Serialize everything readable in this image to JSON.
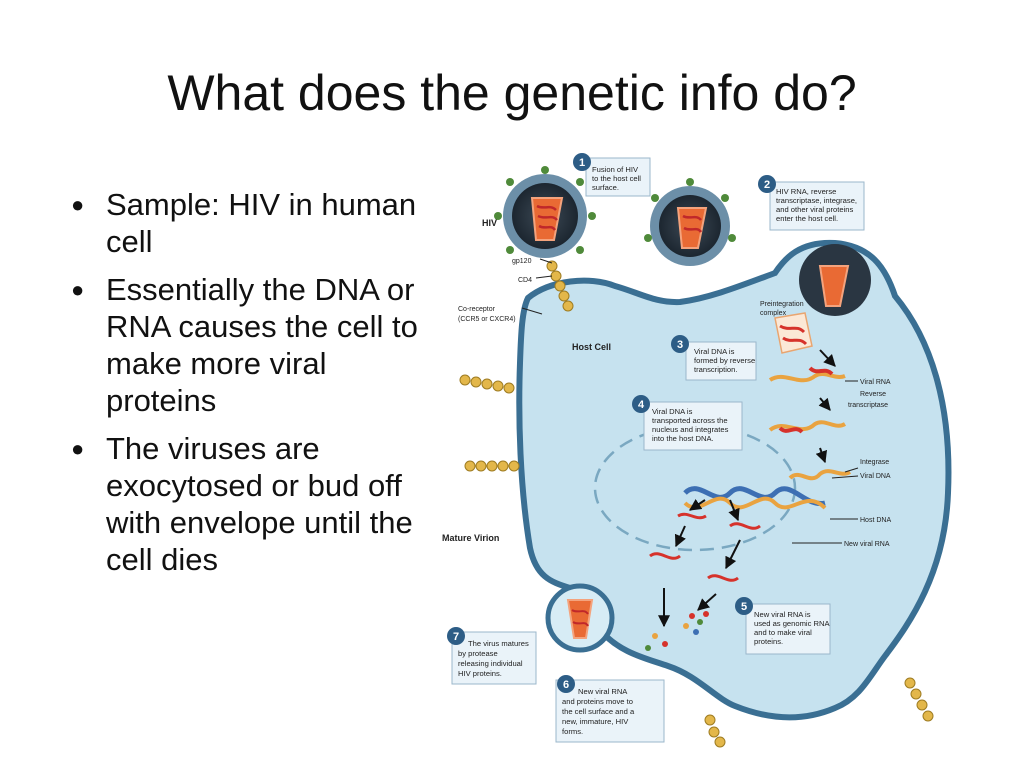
{
  "slide": {
    "title": "What does the genetic info do?",
    "bullets": [
      "Sample: HIV in human cell",
      "Essentially the DNA or RNA causes the cell to make more viral proteins",
      "The viruses are exocytosed or bud off with envelope until the cell dies"
    ]
  },
  "diagram": {
    "labels": {
      "hiv": "HIV",
      "gp120": "gp120",
      "cd4": "CD4",
      "coreceptor_1": "Co-receptor",
      "coreceptor_2": "(CCR5 or CXCR4)",
      "host_cell": "Host Cell",
      "preintegration_1": "Preintegration",
      "preintegration_2": "complex",
      "viral_rna": "Viral RNA",
      "reverse_1": "Reverse",
      "reverse_2": "transcriptase",
      "integrase": "Integrase",
      "viral_dna": "Viral DNA",
      "host_dna": "Host DNA",
      "new_viral_rna": "New viral RNA",
      "mature_virion": "Mature Virion"
    },
    "steps": [
      {
        "num": "1",
        "lines": [
          "Fusion of  HIV",
          "to the host cell",
          "surface."
        ]
      },
      {
        "num": "2",
        "lines": [
          "HIV RNA, reverse",
          "transcriptase, integrase,",
          "and other viral proteins",
          "enter the host cell."
        ]
      },
      {
        "num": "3",
        "lines": [
          "Viral DNA is",
          "formed by reverse",
          "transcription."
        ]
      },
      {
        "num": "4",
        "lines": [
          "Viral DNA is",
          "transported across the",
          "nucleus and integrates",
          "into the host DNA."
        ]
      },
      {
        "num": "5",
        "lines": [
          "New viral RNA is",
          "used as genomic RNA",
          "and to make viral",
          "proteins."
        ]
      },
      {
        "num": "6",
        "lines": [
          "New viral RNA",
          "and proteins move to",
          "the cell surface and a",
          "new, immature, HIV",
          "forms."
        ]
      },
      {
        "num": "7",
        "lines": [
          "The virus matures",
          "by protease",
          "releasing individual",
          "HIV proteins."
        ]
      }
    ]
  }
}
